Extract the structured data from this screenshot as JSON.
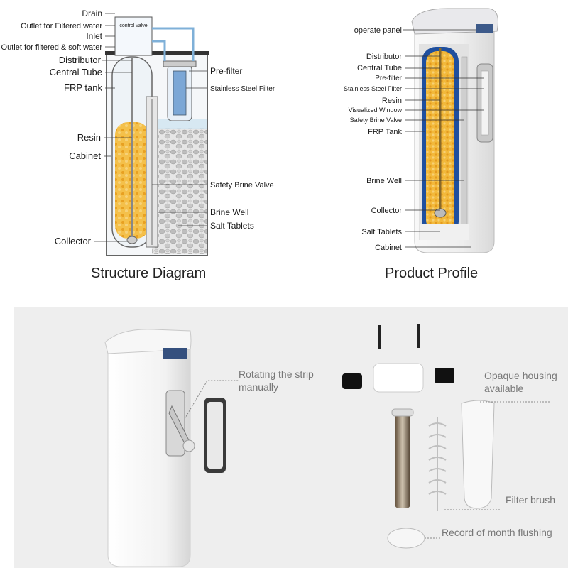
{
  "structure_diagram": {
    "caption": "Structure Diagram",
    "valve_label": "control valve",
    "labels": {
      "drain": "Drain",
      "outlet_filtered": "Outlet for Filtered water",
      "inlet": "Inlet",
      "outlet_filtered_soft": "Outlet for filtered & soft water",
      "distributor": "Distributor",
      "central_tube": "Central Tube",
      "frp_tank": "FRP tank",
      "resin": "Resin",
      "cabinet": "Cabinet",
      "collector": "Collector",
      "pre_filter": "Pre-filter",
      "stainless_steel_filter": "Stainless Steel Filter",
      "safety_brine_valve": "Safety Brine Valve",
      "brine_well": "Brine Well",
      "salt_tablets": "Salt Tablets"
    }
  },
  "product_profile": {
    "caption": "Product Profile",
    "labels": {
      "operate_panel": "operate panel",
      "distributor": "Distributor",
      "central_tube": "Central Tube",
      "pre_filter": "Pre-filter",
      "stainless_steel_filter": "Stainless Steel Filter",
      "resin": "Resin",
      "visualized_window": "Visualized Window",
      "safety_brine_valve": "Safety Brine Valve",
      "frp_tank": "FRP Tank",
      "brine_well": "Brine Well",
      "collector": "Collector",
      "salt_tablets": "Salt Tablets",
      "cabinet": "Cabinet"
    }
  },
  "details": {
    "rotating_strip_line1": "Rotating the strip",
    "rotating_strip_line2": "manually",
    "opaque_housing_line1": "Opaque housing",
    "opaque_housing_line2": "available",
    "filter_brush": "Filter brush",
    "record_flushing": "Record of month flushing"
  }
}
